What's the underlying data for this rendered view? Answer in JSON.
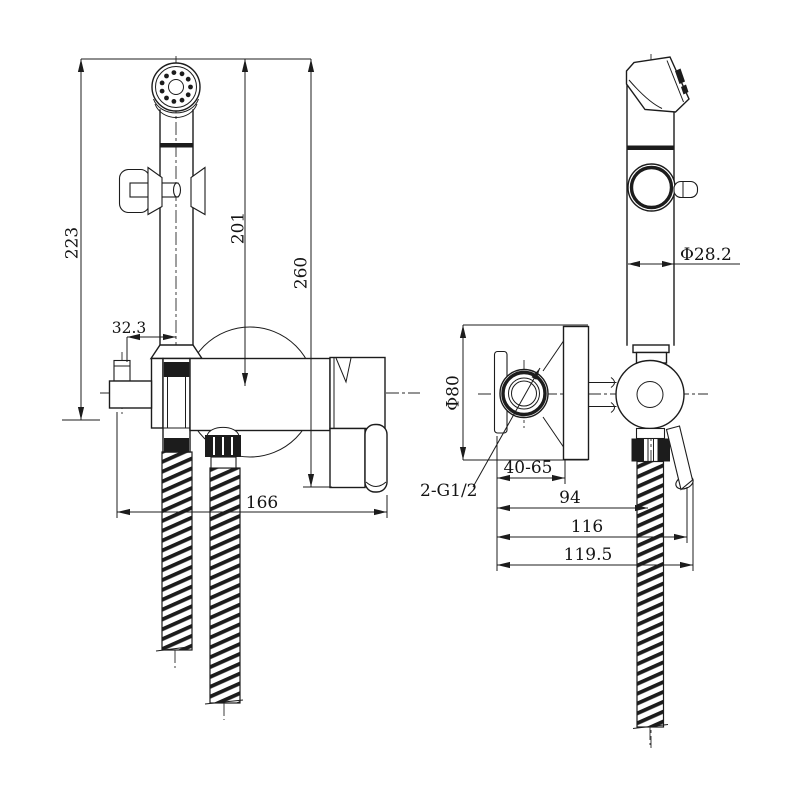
{
  "meta": {
    "drawing_type": "technical dimension drawing",
    "subject": "wall-mounted bidet shower mixer with hand sprayer and flexible hoses",
    "background_color": "#ffffff",
    "line_color": "#1c1c1c"
  },
  "views": {
    "front": {
      "name": "front-view"
    },
    "side": {
      "name": "side-view"
    }
  },
  "dimensions": {
    "front": {
      "mount_height": "223",
      "handle_height": "201",
      "overall_height": "260",
      "inlet_offset": "32.3",
      "overall_width": "166"
    },
    "side": {
      "handle_diameter": "Φ28.2",
      "escutcheon_diameter": "Φ80",
      "wall_thickness_range": "40-65",
      "depth_to_hose": "94",
      "depth_to_lever": "116",
      "overall_depth": "119.5",
      "inlet_thread": "2-G1/2"
    }
  }
}
